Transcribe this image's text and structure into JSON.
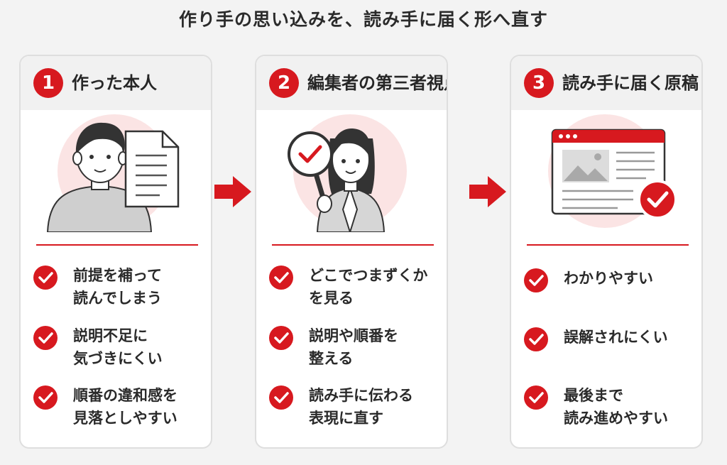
{
  "title": "作り手の思い込みを、読み手に届く形へ直す",
  "colors": {
    "accent": "#d7191f",
    "card_bg": "#ffffff",
    "header_bg": "#f1f1f1",
    "page_bg": "#f3f3f3",
    "halo": "#fbe4e4"
  },
  "cards": [
    {
      "number": "1",
      "title": "作った本人",
      "illustration": "person-with-document-icon",
      "items": [
        "前提を補って\n読んでしまう",
        "説明不足に\n気づきにくい",
        "順番の違和感を\n見落としやすい"
      ]
    },
    {
      "number": "2",
      "title": "編集者の第三者視点",
      "illustration": "editor-with-magnifier-icon",
      "items": [
        "どこでつまずくか\nを見る",
        "説明や順番を\n整える",
        "読み手に伝わる\n表現に直す"
      ]
    },
    {
      "number": "3",
      "title": "読み手に届く原稿",
      "illustration": "approved-webpage-icon",
      "items": [
        "わかりやすい",
        "誤解されにくい",
        "最後まで\n読み進めやすい"
      ]
    }
  ],
  "arrows": [
    "arrow-right-icon",
    "arrow-right-icon"
  ]
}
